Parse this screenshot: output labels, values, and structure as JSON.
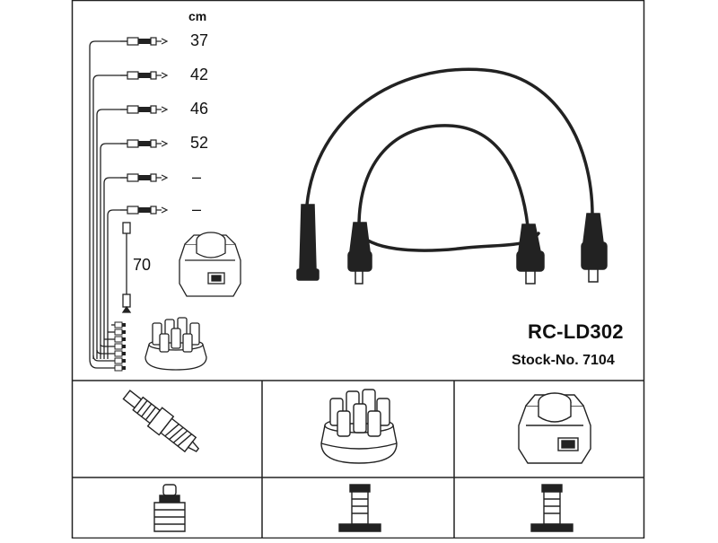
{
  "header": {
    "unit": "cm",
    "lengths": [
      "37",
      "42",
      "46",
      "52",
      "–",
      "–"
    ],
    "coil_lead_length": "70"
  },
  "product": {
    "model": "RC-LD302",
    "stock_no": "Stock-No. 7104"
  },
  "icons": {
    "cable_set": "ignition-cable-set-icon",
    "spark_plug": "spark-plug-icon",
    "distributor_cap": "distributor-cap-icon",
    "ignition_coil": "ignition-coil-icon"
  },
  "colors": {
    "line": "#222222",
    "background": "#ffffff"
  }
}
